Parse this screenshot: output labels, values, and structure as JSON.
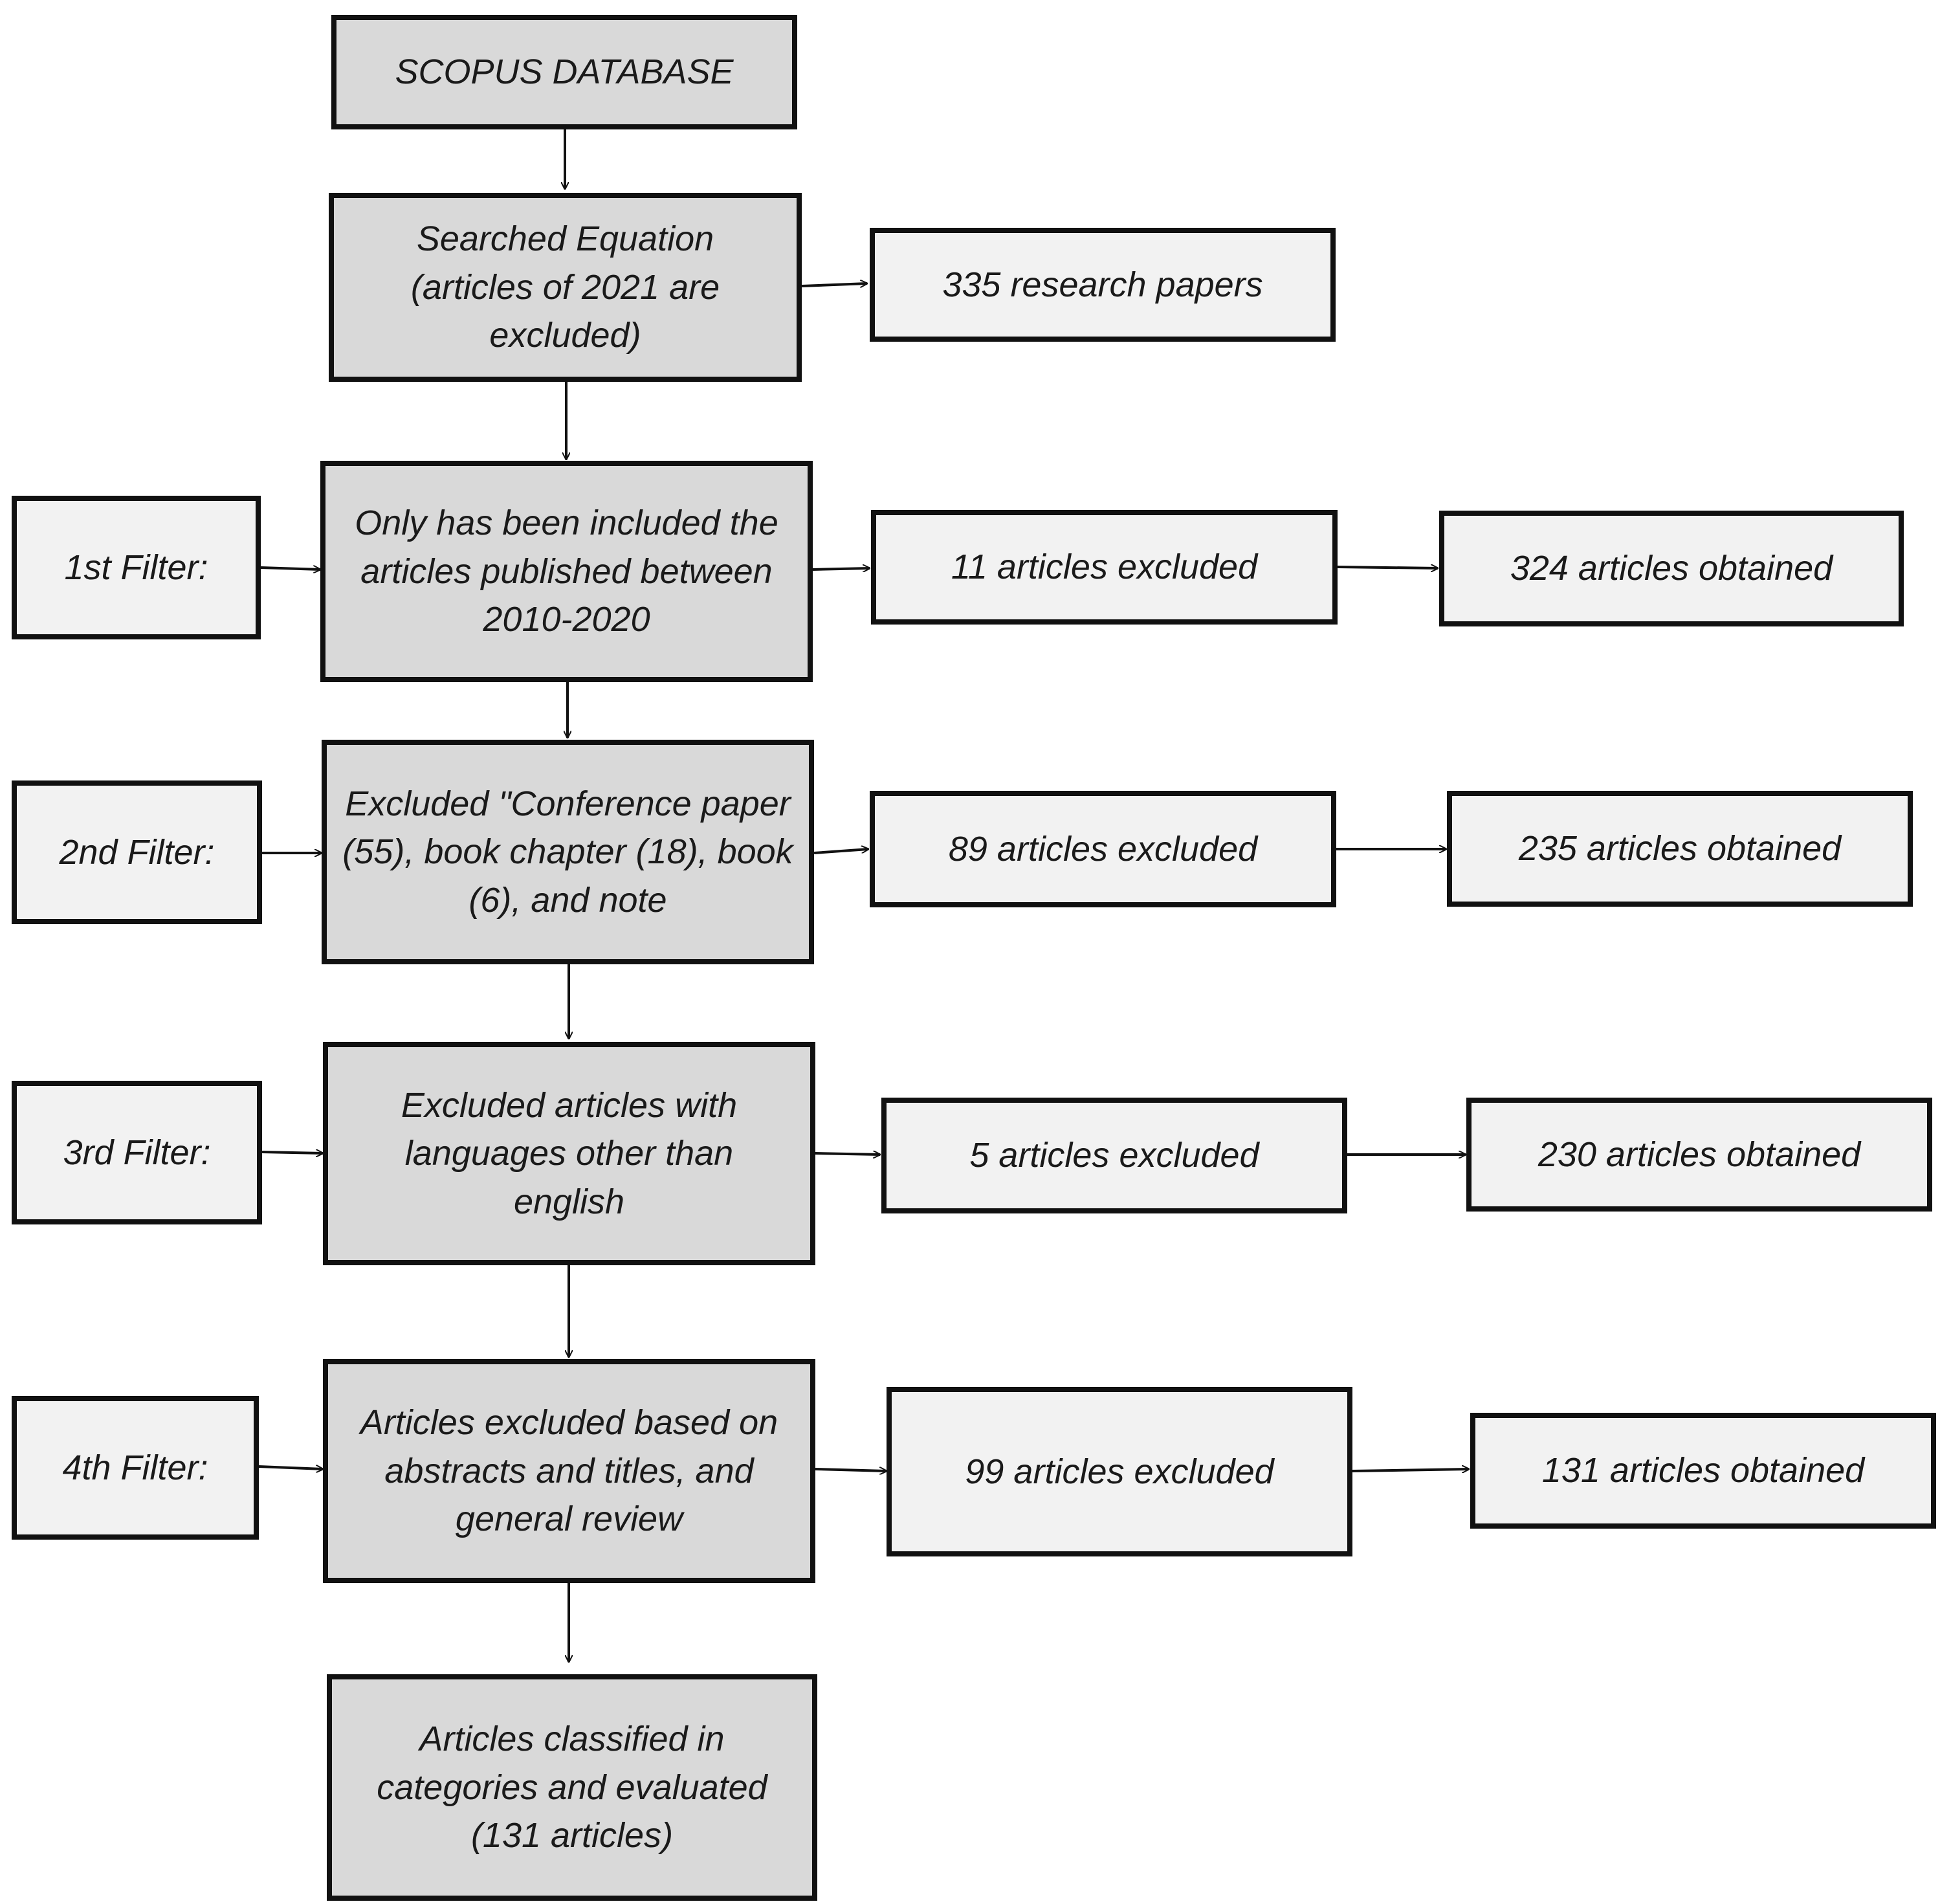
{
  "flow": {
    "source": "SCOPUS DATABASE",
    "search": "Searched Equation (articles of 2021 are excluded)",
    "search_result": "335 research papers",
    "final": "Articles classified in categories and evaluated (131 articles)"
  },
  "filters": [
    {
      "label": "1st Filter:",
      "criterion": "Only has been included the articles published between 2010-2020",
      "excluded": "11 articles excluded",
      "obtained": "324 articles obtained"
    },
    {
      "label": "2nd Filter:",
      "criterion": "Excluded \"Conference paper (55), book chapter (18), book (6), and note",
      "excluded": "89 articles excluded",
      "obtained": "235 articles obtained"
    },
    {
      "label": "3rd Filter:",
      "criterion": "Excluded articles with languages other than english",
      "excluded": "5 articles excluded",
      "obtained": "230 articles obtained"
    },
    {
      "label": "4th Filter:",
      "criterion": "Articles excluded based on abstracts and titles, and general review",
      "excluded": "99 articles excluded",
      "obtained": "131 articles obtained"
    }
  ],
  "colors": {
    "main_box_fill": "#d9d9d9",
    "side_box_fill": "#f2f2f2",
    "border": "#111111"
  }
}
